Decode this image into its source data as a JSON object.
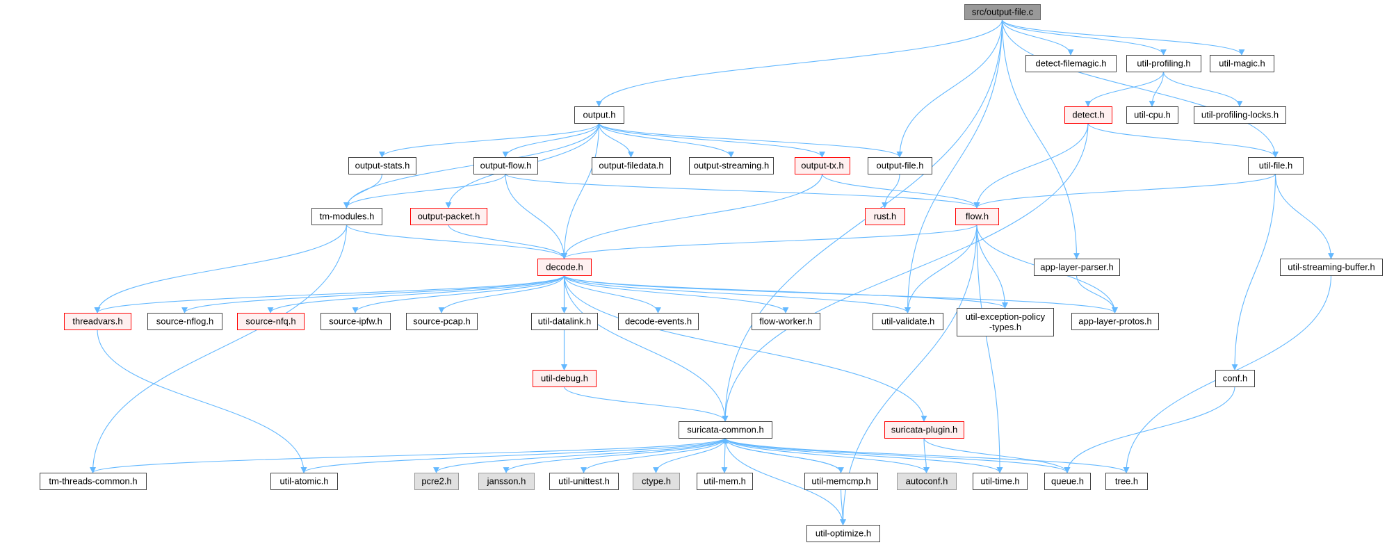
{
  "title": "src/output-file.c",
  "colors": {
    "root_fill": "#999999",
    "root_border": "#666666",
    "normal_fill": "#ffffff",
    "normal_border": "#404040",
    "missing_fill": "#e0e0e0",
    "missing_border": "#999999",
    "truncated_fill": "#fff0f0",
    "truncated_border": "#ff0000",
    "edge": "#63b8ff"
  },
  "nodes": [
    {
      "id": "output-file-c",
      "label": "src/output-file.c",
      "kind": "root"
    },
    {
      "id": "detect-filemagic",
      "label": "detect-filemagic.h",
      "kind": "normal"
    },
    {
      "id": "util-profiling",
      "label": "util-profiling.h",
      "kind": "normal"
    },
    {
      "id": "util-magic",
      "label": "util-magic.h",
      "kind": "normal"
    },
    {
      "id": "output",
      "label": "output.h",
      "kind": "normal"
    },
    {
      "id": "detect",
      "label": "detect.h",
      "kind": "truncated"
    },
    {
      "id": "util-cpu",
      "label": "util-cpu.h",
      "kind": "normal"
    },
    {
      "id": "util-profiling-locks",
      "label": "util-profiling-locks.h",
      "kind": "normal"
    },
    {
      "id": "output-stats",
      "label": "output-stats.h",
      "kind": "normal"
    },
    {
      "id": "output-flow",
      "label": "output-flow.h",
      "kind": "normal"
    },
    {
      "id": "output-filedata",
      "label": "output-filedata.h",
      "kind": "normal"
    },
    {
      "id": "output-streaming",
      "label": "output-streaming.h",
      "kind": "normal"
    },
    {
      "id": "output-tx",
      "label": "output-tx.h",
      "kind": "truncated"
    },
    {
      "id": "output-file-h",
      "label": "output-file.h",
      "kind": "normal"
    },
    {
      "id": "util-file",
      "label": "util-file.h",
      "kind": "normal"
    },
    {
      "id": "tm-modules",
      "label": "tm-modules.h",
      "kind": "normal"
    },
    {
      "id": "output-packet",
      "label": "output-packet.h",
      "kind": "truncated"
    },
    {
      "id": "rust",
      "label": "rust.h",
      "kind": "truncated"
    },
    {
      "id": "flow",
      "label": "flow.h",
      "kind": "truncated"
    },
    {
      "id": "decode",
      "label": "decode.h",
      "kind": "truncated"
    },
    {
      "id": "app-layer-parser",
      "label": "app-layer-parser.h",
      "kind": "normal"
    },
    {
      "id": "util-streaming-buffer",
      "label": "util-streaming-buffer.h",
      "kind": "normal"
    },
    {
      "id": "threadvars",
      "label": "threadvars.h",
      "kind": "truncated"
    },
    {
      "id": "source-nflog",
      "label": "source-nflog.h",
      "kind": "normal"
    },
    {
      "id": "source-nfq",
      "label": "source-nfq.h",
      "kind": "truncated"
    },
    {
      "id": "source-ipfw",
      "label": "source-ipfw.h",
      "kind": "normal"
    },
    {
      "id": "source-pcap",
      "label": "source-pcap.h",
      "kind": "normal"
    },
    {
      "id": "util-datalink",
      "label": "util-datalink.h",
      "kind": "normal"
    },
    {
      "id": "decode-events",
      "label": "decode-events.h",
      "kind": "normal"
    },
    {
      "id": "flow-worker",
      "label": "flow-worker.h",
      "kind": "normal"
    },
    {
      "id": "util-validate",
      "label": "util-validate.h",
      "kind": "normal"
    },
    {
      "id": "util-exception-policy-types",
      "label": "util-exception-policy\n-types.h",
      "kind": "normal"
    },
    {
      "id": "app-layer-protos",
      "label": "app-layer-protos.h",
      "kind": "normal"
    },
    {
      "id": "util-debug",
      "label": "util-debug.h",
      "kind": "truncated"
    },
    {
      "id": "conf",
      "label": "conf.h",
      "kind": "normal"
    },
    {
      "id": "suricata-common",
      "label": "suricata-common.h",
      "kind": "normal"
    },
    {
      "id": "suricata-plugin",
      "label": "suricata-plugin.h",
      "kind": "truncated"
    },
    {
      "id": "tm-threads-common",
      "label": "tm-threads-common.h",
      "kind": "normal"
    },
    {
      "id": "util-atomic",
      "label": "util-atomic.h",
      "kind": "normal"
    },
    {
      "id": "pcre2",
      "label": "pcre2.h",
      "kind": "missing"
    },
    {
      "id": "jansson",
      "label": "jansson.h",
      "kind": "missing"
    },
    {
      "id": "util-unittest",
      "label": "util-unittest.h",
      "kind": "normal"
    },
    {
      "id": "ctype",
      "label": "ctype.h",
      "kind": "missing"
    },
    {
      "id": "util-mem",
      "label": "util-mem.h",
      "kind": "normal"
    },
    {
      "id": "util-memcmp",
      "label": "util-memcmp.h",
      "kind": "normal"
    },
    {
      "id": "autoconf",
      "label": "autoconf.h",
      "kind": "missing"
    },
    {
      "id": "util-time",
      "label": "util-time.h",
      "kind": "normal"
    },
    {
      "id": "queue",
      "label": "queue.h",
      "kind": "normal"
    },
    {
      "id": "tree",
      "label": "tree.h",
      "kind": "normal"
    },
    {
      "id": "util-optimize",
      "label": "util-optimize.h",
      "kind": "normal"
    }
  ],
  "edges": [
    [
      "output-file-c",
      "detect-filemagic"
    ],
    [
      "output-file-c",
      "util-profiling"
    ],
    [
      "output-file-c",
      "util-magic"
    ],
    [
      "output-file-c",
      "output"
    ],
    [
      "output-file-c",
      "output-file-h"
    ],
    [
      "output-file-c",
      "util-file"
    ],
    [
      "output-file-c",
      "app-layer-parser"
    ],
    [
      "output-file-c",
      "util-validate"
    ],
    [
      "output-file-c",
      "suricata-common"
    ],
    [
      "util-profiling",
      "detect"
    ],
    [
      "util-profiling",
      "util-cpu"
    ],
    [
      "util-profiling",
      "util-profiling-locks"
    ],
    [
      "detect",
      "util-file"
    ],
    [
      "detect",
      "flow"
    ],
    [
      "detect",
      "suricata-common"
    ],
    [
      "output",
      "output-stats"
    ],
    [
      "output",
      "output-flow"
    ],
    [
      "output",
      "output-filedata"
    ],
    [
      "output",
      "output-streaming"
    ],
    [
      "output",
      "output-tx"
    ],
    [
      "output",
      "output-file-h"
    ],
    [
      "output",
      "tm-modules"
    ],
    [
      "output",
      "output-packet"
    ],
    [
      "output",
      "decode"
    ],
    [
      "output-stats",
      "tm-modules"
    ],
    [
      "output-flow",
      "tm-modules"
    ],
    [
      "output-flow",
      "decode"
    ],
    [
      "output-flow",
      "flow"
    ],
    [
      "output-tx",
      "flow"
    ],
    [
      "output-tx",
      "decode"
    ],
    [
      "output-file-h",
      "rust"
    ],
    [
      "util-file",
      "flow"
    ],
    [
      "util-file",
      "conf"
    ],
    [
      "util-file",
      "util-streaming-buffer"
    ],
    [
      "tm-modules",
      "decode"
    ],
    [
      "tm-modules",
      "threadvars"
    ],
    [
      "tm-modules",
      "tm-threads-common"
    ],
    [
      "output-packet",
      "decode"
    ],
    [
      "flow",
      "decode"
    ],
    [
      "flow",
      "util-validate"
    ],
    [
      "flow",
      "util-exception-policy-types"
    ],
    [
      "flow",
      "app-layer-protos"
    ],
    [
      "flow",
      "util-time"
    ],
    [
      "flow",
      "util-optimize"
    ],
    [
      "app-layer-parser",
      "app-layer-protos"
    ],
    [
      "util-streaming-buffer",
      "tree"
    ],
    [
      "conf",
      "queue"
    ],
    [
      "decode",
      "threadvars"
    ],
    [
      "decode",
      "source-nflog"
    ],
    [
      "decode",
      "source-nfq"
    ],
    [
      "decode",
      "source-ipfw"
    ],
    [
      "decode",
      "source-pcap"
    ],
    [
      "decode",
      "util-datalink"
    ],
    [
      "decode",
      "decode-events"
    ],
    [
      "decode",
      "flow-worker"
    ],
    [
      "decode",
      "util-validate"
    ],
    [
      "decode",
      "util-exception-policy-types"
    ],
    [
      "decode",
      "app-layer-protos"
    ],
    [
      "decode",
      "util-debug"
    ],
    [
      "decode",
      "suricata-common"
    ],
    [
      "decode",
      "suricata-plugin"
    ],
    [
      "util-datalink",
      "util-debug"
    ],
    [
      "threadvars",
      "util-atomic"
    ],
    [
      "util-debug",
      "suricata-common"
    ],
    [
      "suricata-plugin",
      "autoconf"
    ],
    [
      "suricata-plugin",
      "queue"
    ],
    [
      "suricata-common",
      "tm-threads-common"
    ],
    [
      "suricata-common",
      "util-atomic"
    ],
    [
      "suricata-common",
      "pcre2"
    ],
    [
      "suricata-common",
      "jansson"
    ],
    [
      "suricata-common",
      "util-unittest"
    ],
    [
      "suricata-common",
      "ctype"
    ],
    [
      "suricata-common",
      "util-mem"
    ],
    [
      "suricata-common",
      "util-memcmp"
    ],
    [
      "suricata-common",
      "autoconf"
    ],
    [
      "suricata-common",
      "util-time"
    ],
    [
      "suricata-common",
      "queue"
    ],
    [
      "suricata-common",
      "tree"
    ],
    [
      "suricata-common",
      "util-optimize"
    ],
    [
      "util-memcmp",
      "suricata-common"
    ],
    [
      "util-memcmp",
      "util-optimize"
    ]
  ]
}
